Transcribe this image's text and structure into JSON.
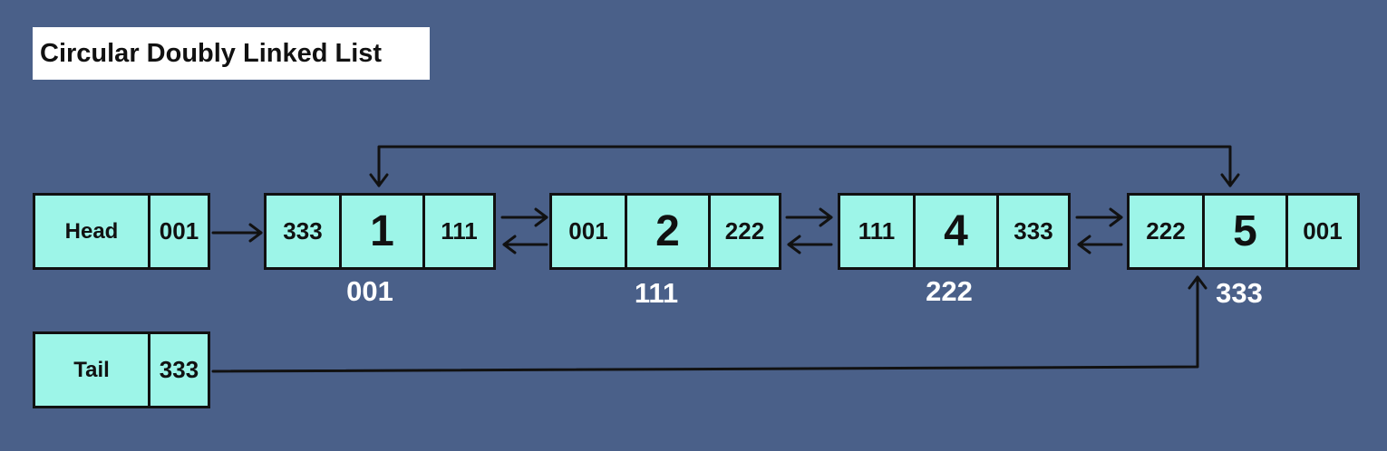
{
  "title": "Circular Doubly Linked List",
  "head": {
    "label": "Head",
    "pointer": "001"
  },
  "tail": {
    "label": "Tail",
    "pointer": "333"
  },
  "nodes": [
    {
      "prev": "333",
      "value": "1",
      "next": "111",
      "address": "001"
    },
    {
      "prev": "001",
      "value": "2",
      "next": "222",
      "address": "111"
    },
    {
      "prev": "111",
      "value": "4",
      "next": "333",
      "address": "222"
    },
    {
      "prev": "222",
      "value": "5",
      "next": "001",
      "address": "333"
    }
  ],
  "colors": {
    "background": "#4a6089",
    "node_fill": "#9df5e8",
    "stroke": "#111111"
  }
}
